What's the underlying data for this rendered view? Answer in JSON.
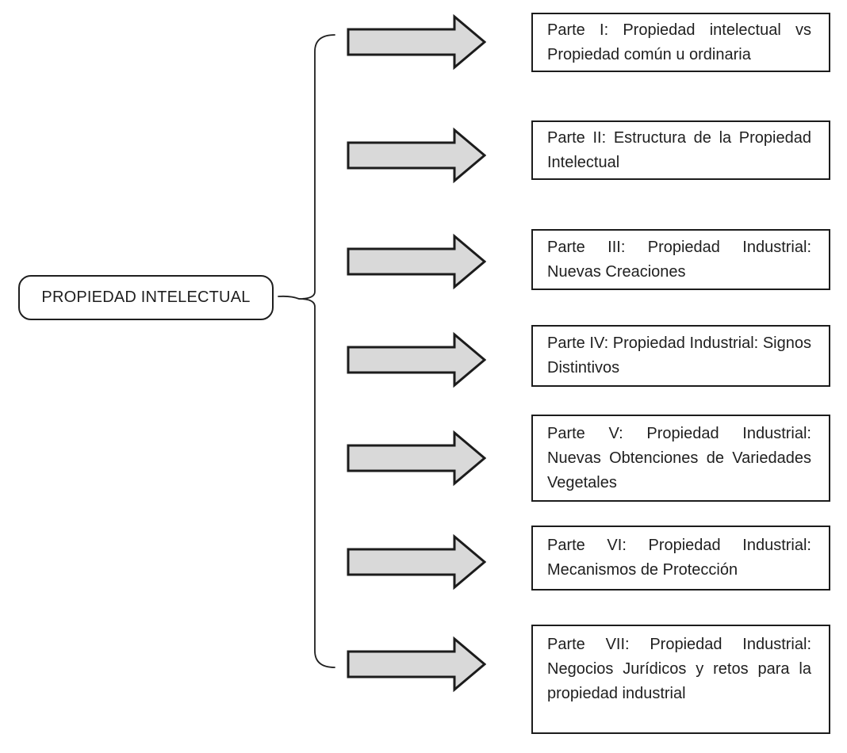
{
  "diagram": {
    "root": {
      "label": "PROPIEDAD INTELECTUAL"
    },
    "parts": [
      {
        "id": "parte-1",
        "label": "Parte I:  Propiedad intelectual vs Propiedad común u ordinaria"
      },
      {
        "id": "parte-2",
        "label": "Parte II:  Estructura de la Propiedad Intelectual"
      },
      {
        "id": "parte-3",
        "label": "Parte III:  Propiedad Industrial: Nuevas Creaciones"
      },
      {
        "id": "parte-4",
        "label": "Parte IV:  Propiedad Industrial: Signos Distintivos"
      },
      {
        "id": "parte-5",
        "label": "Parte V:  Propiedad Industrial: Nuevas Obtenciones de Variedades Vegetales"
      },
      {
        "id": "parte-6",
        "label": "Parte VI:  Propiedad Industrial: Mecanismos de Protección"
      },
      {
        "id": "parte-7",
        "label": "Parte VII:  Propiedad Industrial: Negocios Jurídicos y retos para la propiedad industrial"
      }
    ],
    "colors": {
      "arrow_fill": "#d9d9d9",
      "line_stroke": "#1c1c1c",
      "box_background": "#ffffff",
      "text": "#1f1f1f"
    }
  }
}
